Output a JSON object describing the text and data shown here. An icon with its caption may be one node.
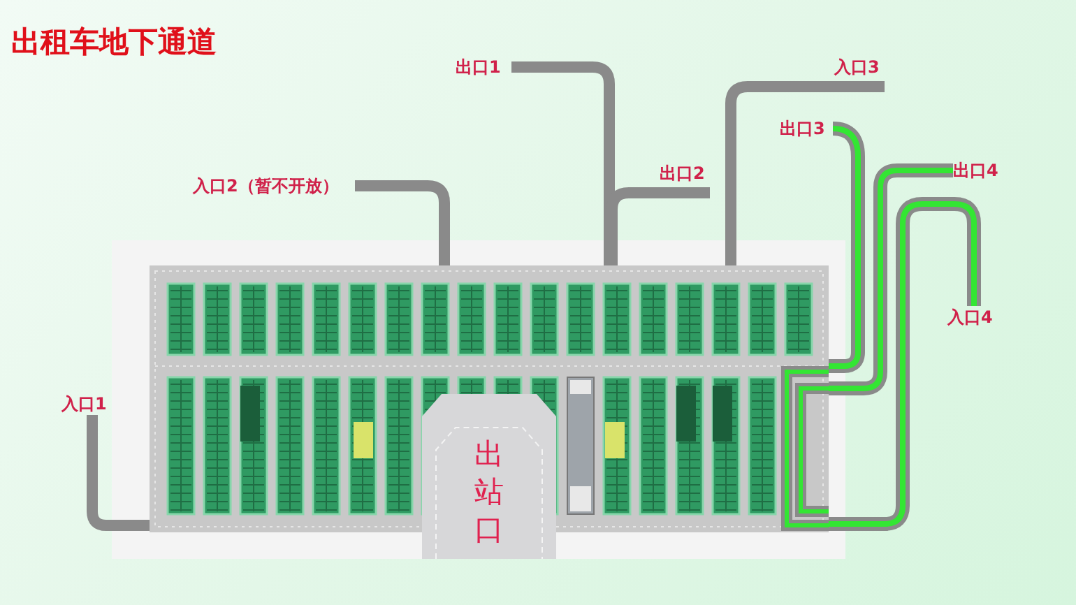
{
  "diagram": {
    "title": "出租车地下通道",
    "nodes": [
      {
        "text": [],
        "shape": "picture"
      },
      {
        "text": [
          "出站口"
        ]
      },
      {
        "text": [
          "入口1"
        ]
      },
      {
        "text": [
          "入口2（暂不开放）"
        ]
      },
      {
        "text": [
          "出口1"
        ]
      },
      {
        "text": [
          "出口2"
        ]
      },
      {
        "text": [
          "入口3"
        ]
      },
      {
        "text": [
          "出口3"
        ]
      },
      {
        "text": [
          "出口4"
        ]
      },
      {
        "text": [
          "入口4"
        ]
      }
    ],
    "edges": [
      {
        "from": 2,
        "to": 0,
        "arrow": "none"
      },
      {
        "from": 3,
        "to": 0,
        "arrow": "none"
      },
      {
        "from": 4,
        "to": 0,
        "arrow": "none"
      },
      {
        "from": 5,
        "to": 0,
        "arrow": "none"
      },
      {
        "from": 6,
        "to": 0,
        "arrow": "none"
      },
      {
        "from": 7,
        "to": 0,
        "arrow": "none",
        "color": "#33e633"
      },
      {
        "from": 8,
        "to": 0,
        "arrow": "none",
        "color": "#33e633"
      },
      {
        "from": 9,
        "to": 0,
        "arrow": "none",
        "color": "#33e633"
      }
    ]
  }
}
